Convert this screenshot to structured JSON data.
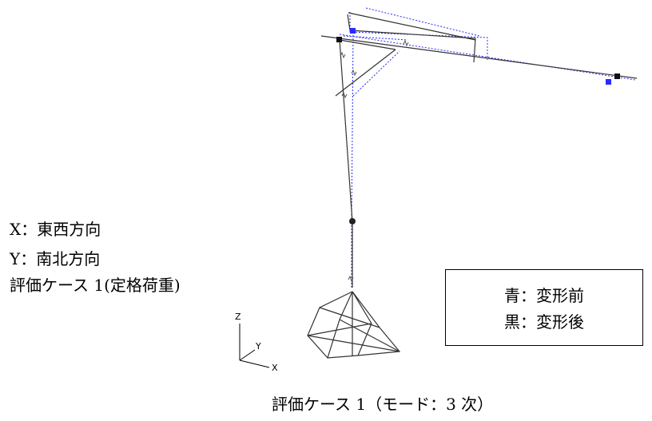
{
  "annotations": {
    "x_direction": "X：東西方向",
    "y_direction": "Y：南北方向",
    "eval_case": "評価ケース 1(定格荷重)"
  },
  "legend": {
    "before": "青：変形前",
    "after": "黒：変形後"
  },
  "caption": "評価ケース 1（モード：3 次）",
  "axes": {
    "z": "Z",
    "y": "Y",
    "x": "X"
  },
  "colors": {
    "undeformed": "#2a2aff",
    "deformed": "#333333"
  }
}
